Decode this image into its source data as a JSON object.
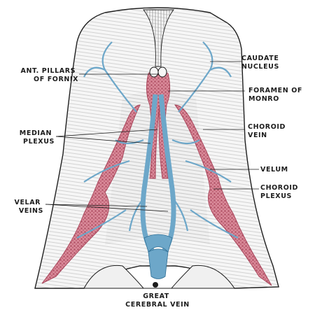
{
  "labels": {
    "caudate_nucleus": [
      "CAUDATE",
      "NUCLEUS"
    ],
    "ant_pillars_of_fornix": [
      "ANT. PILLARS",
      "OF FORNIX"
    ],
    "foramen_of_monro": [
      "FORAMEN OF",
      "MONRO"
    ],
    "choroid_vein": [
      "CHOROID",
      "VEIN"
    ],
    "median_plexus": [
      "MEDIAN",
      "PLEXUS"
    ],
    "velum": "VELUM",
    "choroid_plexus": [
      "CHOROID",
      "PLEXUS"
    ],
    "velar_veins": [
      "VELAR",
      "VEINS"
    ],
    "great_cerebral_vein": [
      "GREAT",
      "CEREBRAL VEIN"
    ]
  },
  "colors": {
    "plexus": "#d98a99",
    "plexus_dark": "#a8475c",
    "vein": "#6da7c9",
    "vein_dark": "#2f6f95",
    "ink": "#1c1c1c"
  }
}
